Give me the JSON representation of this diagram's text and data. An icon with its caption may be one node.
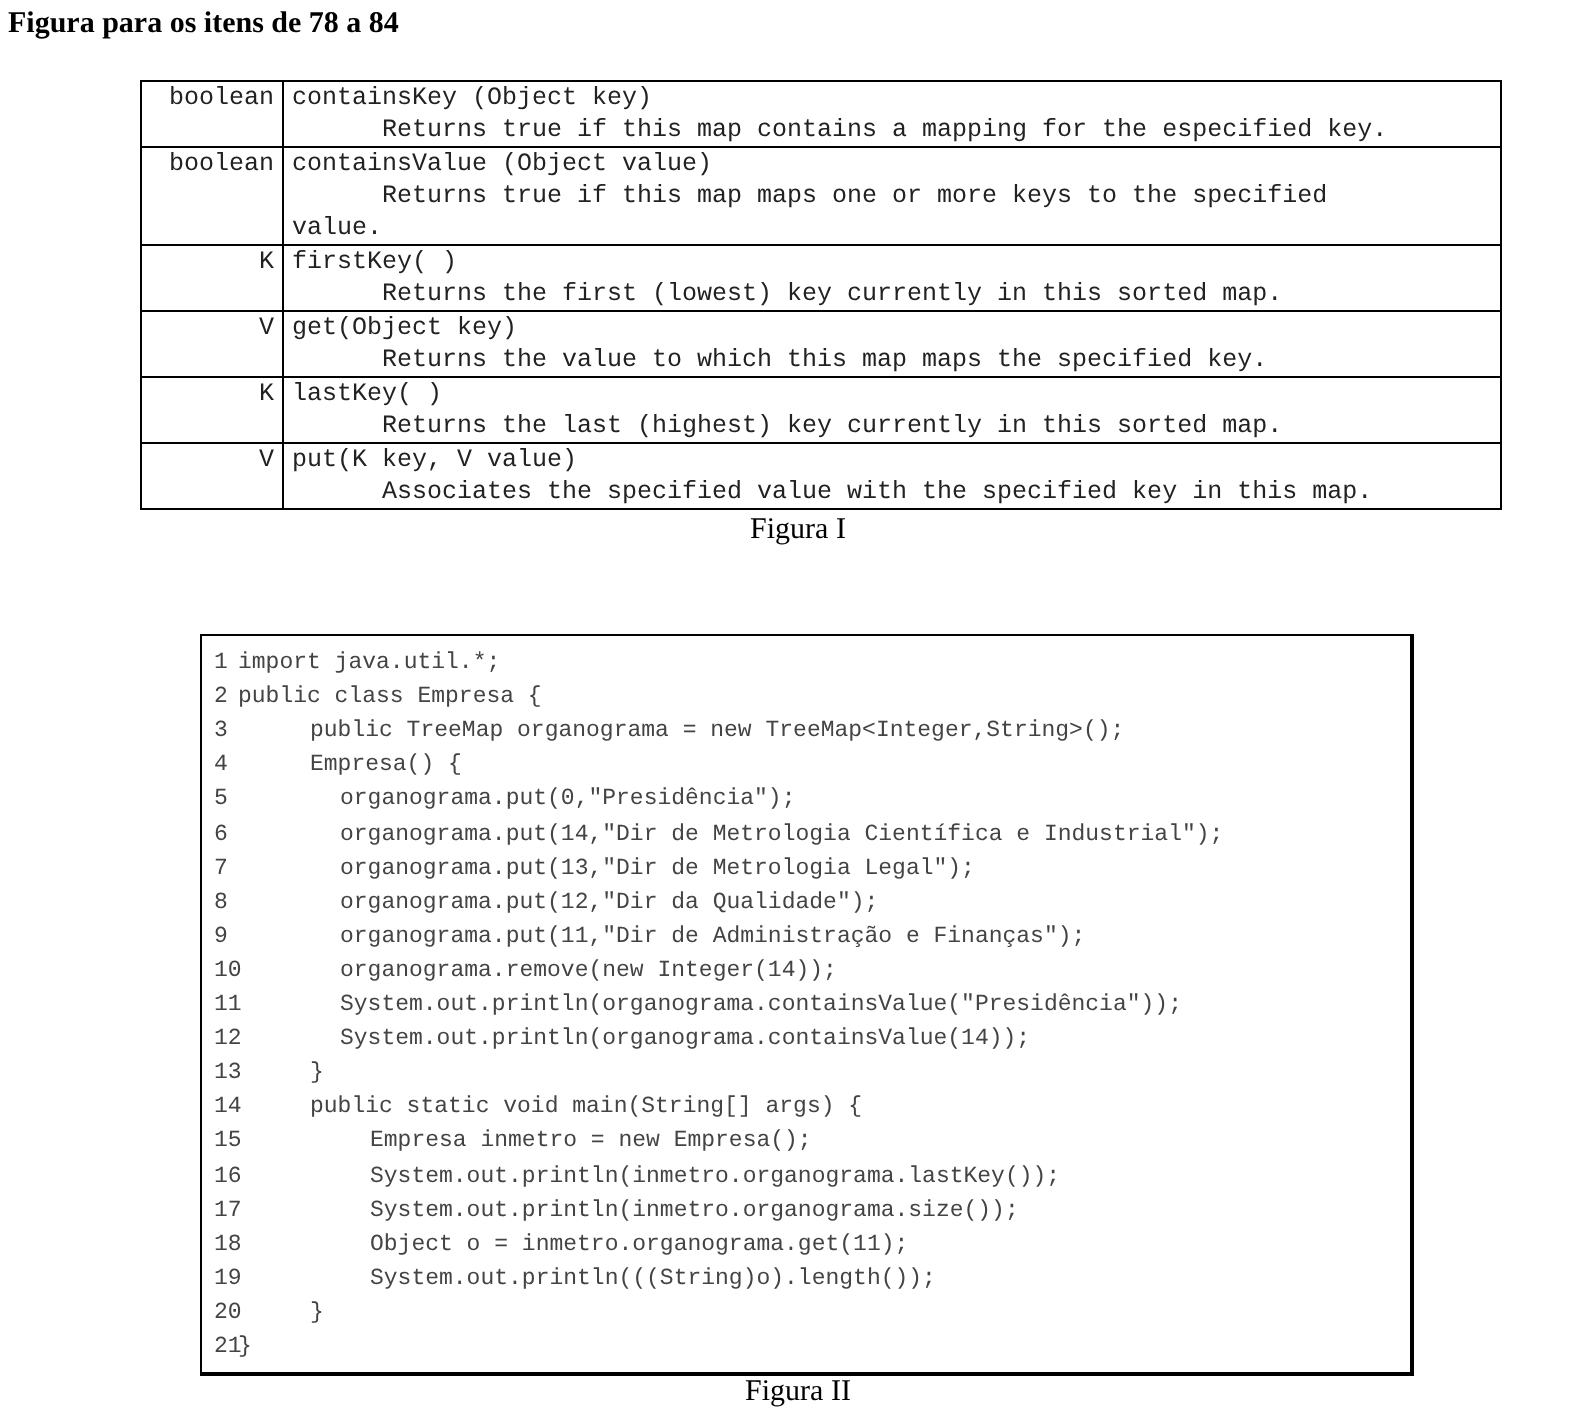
{
  "diagram": {
    "title": "Figura para os itens de 78 a 84",
    "labels": [
      "boolean",
      "containsKey (Object key)",
      "Returns true if this map contains a mapping for the especified key.",
      "boolean",
      "containsValue (Object value)",
      "Returns true if this map maps one or more keys to the specified value.",
      "K",
      "firstKey( )",
      "Returns the first (lowest) key currently in this sorted map.",
      "V",
      "get(Object key)",
      "Returns the value to which this map maps the specified key.",
      "K",
      "lastKey( )",
      "Returns the last (highest) key currently in this sorted map.",
      "V",
      "put(K key, V value)",
      "Associates the specified value with the specified key in this map.",
      "Figura I",
      "1",
      "import java.util.*;",
      "2",
      "public class Empresa {",
      "3",
      "public TreeMap organograma = new TreeMap<Integer,String>();",
      "4",
      "Empresa() {",
      "5",
      "organograma.put(0,\"Presidência\");",
      "6",
      "organograma.put(14,\"Dir de Metrologia Científica e Industrial\");",
      "7",
      "organograma.put(13,\"Dir de Metrologia Legal\");",
      "8",
      "organograma.put(12,\"Dir da Qualidade\");",
      "9",
      "organograma.put(11,\"Dir de Administração e Finanças\");",
      "10",
      "organograma.remove(new Integer(14));",
      "11",
      "System.out.println(organograma.containsValue(\"Presidência\"));",
      "12",
      "System.out.println(organograma.containsValue(14));",
      "13",
      "}",
      "14",
      "public static void main(String[] args) {",
      "15",
      "Empresa inmetro = new Empresa();",
      "16",
      "System.out.println(inmetro.organograma.lastKey());",
      "17",
      "System.out.println(inmetro.organograma.size());",
      "18",
      "Object o = inmetro.organograma.get(11);",
      "19",
      "System.out.println(((String)o).length());",
      "20",
      "}",
      "21",
      "}",
      "Figura II"
    ]
  }
}
